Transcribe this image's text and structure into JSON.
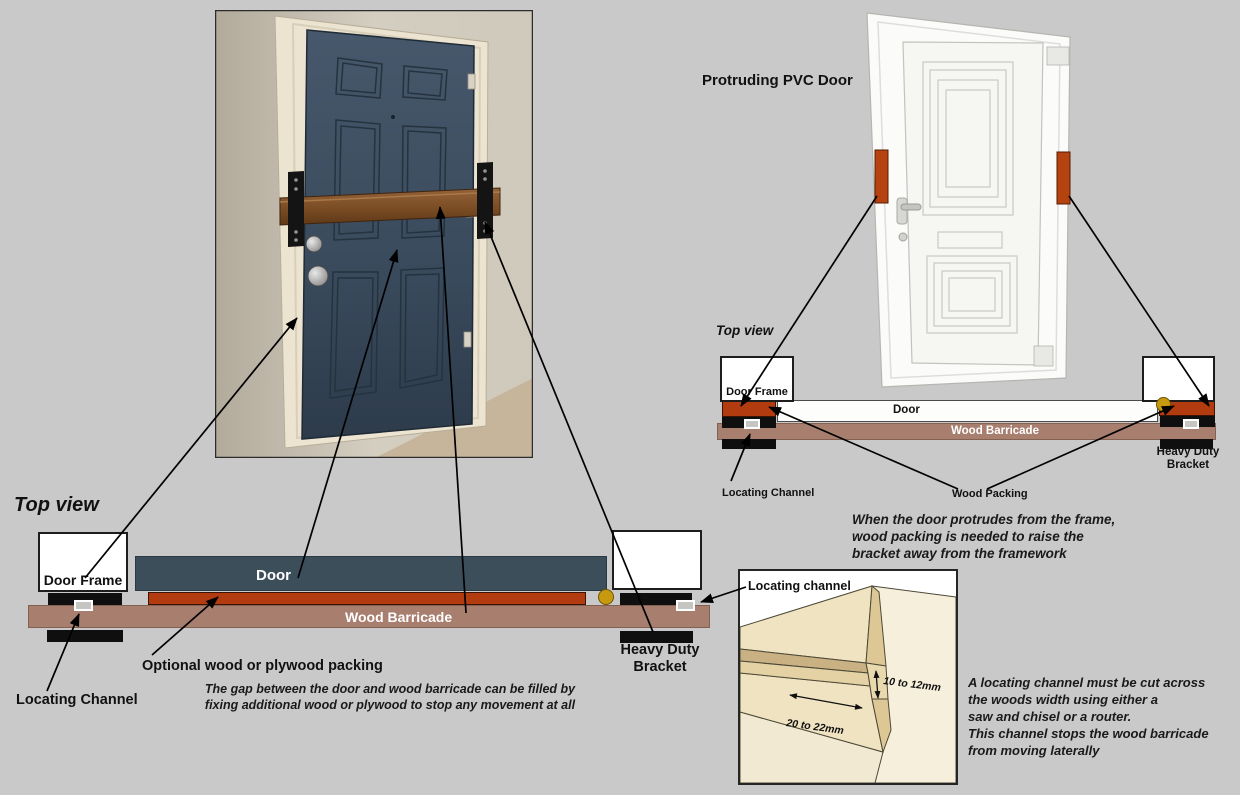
{
  "left_diagram": {
    "title": "Top view",
    "door_frame": "Door Frame",
    "door": "Door",
    "wood_barricade": "Wood Barricade",
    "locating_channel": "Locating Channel",
    "optional_packing": "Optional wood or plywood packing",
    "heavy_duty_bracket": "Heavy Duty\nBracket",
    "note": "The gap between the door and wood barricade can be filled by\nfixing additional wood or plywood to stop any movement at all"
  },
  "right_diagram": {
    "heading": "Protruding PVC Door",
    "title": "Top view",
    "door_frame": "Door Frame",
    "door": "Door",
    "wood_barricade": "Wood Barricade",
    "locating_channel": "Locating Channel",
    "wood_packing": "Wood Packing",
    "heavy_duty_bracket": "Heavy Duty\nBracket",
    "note": "When the door protrudes from the frame,\nwood packing is needed to raise the\nbracket away from the framework"
  },
  "inset": {
    "label": "Locating channel",
    "width_dim": "20 to 22mm",
    "depth_dim": "10 to 12mm",
    "note": " A locating channel must be cut across\nthe woods width using either a\nsaw and chisel or a router.\nThis channel stops the wood barricade\nfrom moving laterally"
  },
  "colors": {
    "background": "#c9c9c9",
    "door_slab": "#3d4e5b",
    "wood_barricade": "#a87e6e",
    "packing_orange": "#b23c0f",
    "bracket_black": "#0f0f0f",
    "bolt_gold": "#c7990e",
    "wood_light": "#f0e3c1",
    "barricade_bar_photo": "#7d4f26"
  }
}
